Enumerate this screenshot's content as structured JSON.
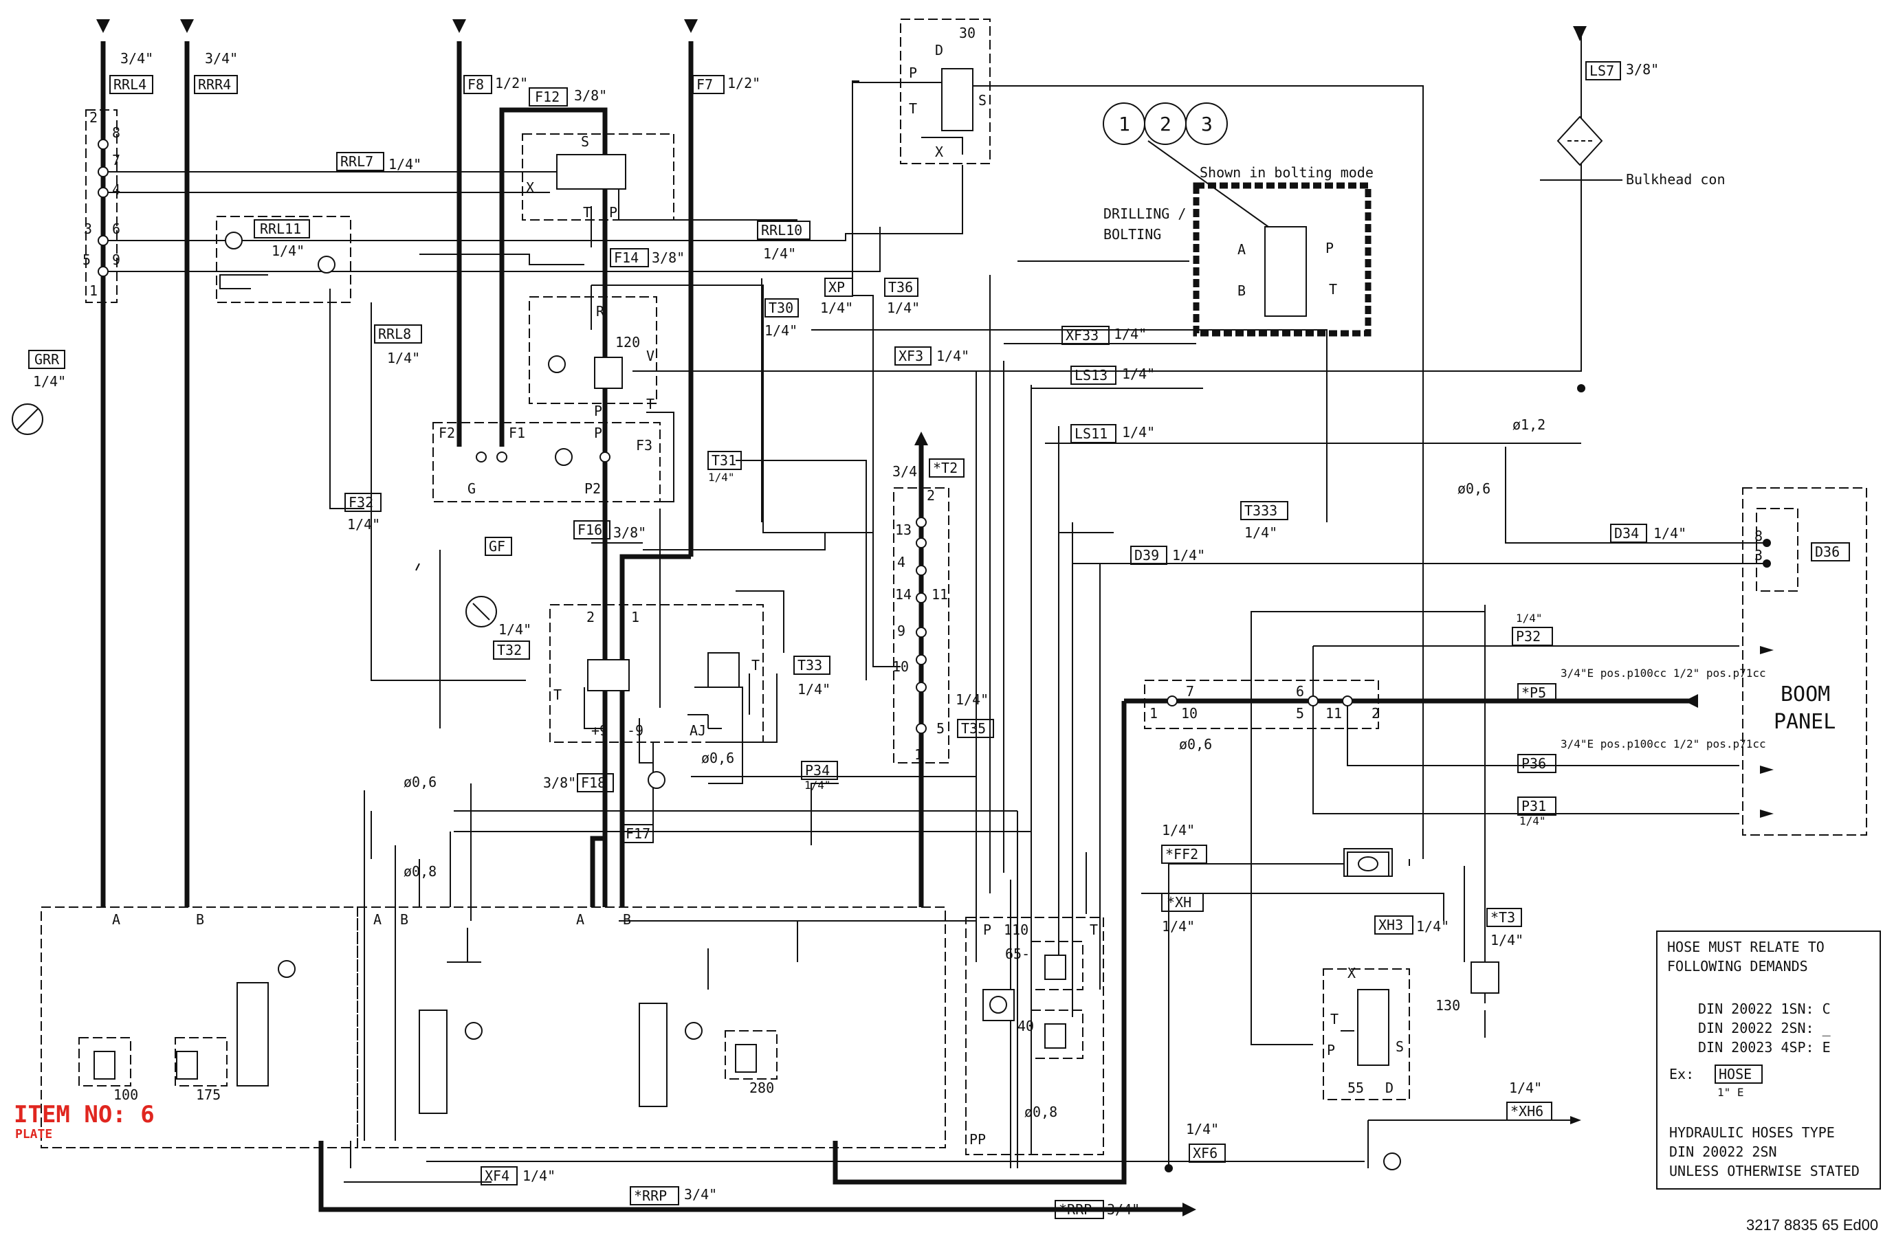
{
  "item_label": "ITEM NO: 6",
  "item_sub": "PLATE",
  "drawing_number": "3217 8835 65 Ed00",
  "mode_note": "Shown in bolting mode",
  "mode_name_1": "DRILLING /",
  "mode_name_2": "BOLTING",
  "bulkhead": "Bulkhead con",
  "boom_panel_1": "BOOM",
  "boom_panel_2": "PANEL",
  "circles": [
    "1",
    "2",
    "3"
  ],
  "hose_box": {
    "l1": "HOSE MUST RELATE TO",
    "l2": "FOLLOWING DEMANDS",
    "l3": "DIN 20022 1SN: C",
    "l4": "DIN 20022 2SN: _",
    "l5": "DIN 20023 4SP: E",
    "ex": "Ex:",
    "hose": "HOSE",
    "hose_sub": "1\" E",
    "l6": "HYDRAULIC HOSES TYPE",
    "l7": "DIN 20022 2SN",
    "l8": "UNLESS OTHERWISE STATED"
  },
  "tags": [
    {
      "id": "RRL4",
      "size": "3/4\""
    },
    {
      "id": "RRR4",
      "size": "3/4\""
    },
    {
      "id": "F8",
      "size": "1/2\""
    },
    {
      "id": "F12",
      "size": "3/8\""
    },
    {
      "id": "F7",
      "size": "1/2\""
    },
    {
      "id": "LS7",
      "size": "3/8\""
    },
    {
      "id": "RRL7",
      "size": "1/4\""
    },
    {
      "id": "RRL11",
      "size": "1/4\""
    },
    {
      "id": "RRL10",
      "size": "1/4\""
    },
    {
      "id": "F14",
      "size": "3/8\""
    },
    {
      "id": "GRR",
      "size": "1/4\""
    },
    {
      "id": "XP",
      "size": "1/4\""
    },
    {
      "id": "T36",
      "size": "1/4\""
    },
    {
      "id": "T30",
      "size": "1/4\""
    },
    {
      "id": "RRL8",
      "size": "1/4\""
    },
    {
      "id": "XF33",
      "size": "1/4\""
    },
    {
      "id": "XF3",
      "size": "1/4\""
    },
    {
      "id": "LS13",
      "size": "1/4\""
    },
    {
      "id": "LS11",
      "size": "1/4\""
    },
    {
      "id": "T31",
      "size": "1/4\""
    },
    {
      "id": "*T2",
      "size": "3/4"
    },
    {
      "id": "F32",
      "size": "1/4\""
    },
    {
      "id": "T333",
      "size": "1/4\""
    },
    {
      "id": "F16",
      "size": "3/8\""
    },
    {
      "id": "GF",
      "size": ""
    },
    {
      "id": "D34",
      "size": "1/4\""
    },
    {
      "id": "D39",
      "size": "1/4\""
    },
    {
      "id": "D36",
      "size": ""
    },
    {
      "id": "T32",
      "size": "1/4\""
    },
    {
      "id": "T33",
      "size": "1/4\""
    },
    {
      "id": "P32",
      "size": "1/4\""
    },
    {
      "id": "*P5",
      "size": "3/4\"E pos.p100cc 1/2\" pos.p71cc"
    },
    {
      "id": "P36",
      "size": "3/4\"E pos.p100cc 1/2\" pos.p71cc"
    },
    {
      "id": "T35",
      "size": "1/4\""
    },
    {
      "id": "F18",
      "size": "3/8\""
    },
    {
      "id": "P34",
      "size": "1/4\""
    },
    {
      "id": "P31",
      "size": "1/4\""
    },
    {
      "id": "F17",
      "size": ""
    },
    {
      "id": "*FF2",
      "size": "1/4\""
    },
    {
      "id": "*XH",
      "size": "1/4\""
    },
    {
      "id": "XH3",
      "size": "1/4\""
    },
    {
      "id": "*T3",
      "size": "1/4\""
    },
    {
      "id": "XF6",
      "size": "1/4\""
    },
    {
      "id": "*XH6",
      "size": "1/4\""
    },
    {
      "id": "XF4",
      "size": "1/4\""
    },
    {
      "id": "*RRP",
      "size": "3/4\""
    }
  ],
  "texts": {
    "v30": "30",
    "v120": "120",
    "v110": "110",
    "v65": "65-",
    "v40": "40",
    "v130": "130",
    "v55": "55",
    "v100": "100",
    "v175": "175",
    "v280": "280",
    "o12": "ø1,2",
    "o06a": "ø0,6",
    "o06b": "ø0,6",
    "o06c": "ø0,6",
    "o08a": "ø0,8",
    "o08b": "ø0,8",
    "pA": "A",
    "pB": "B",
    "pP": "P",
    "pT": "T",
    "pS": "S",
    "pX": "X",
    "pD": "D",
    "pR": "R",
    "pV": "V",
    "pF1": "F1",
    "pF2": "F2",
    "pF3": "F3",
    "pP2": "P2",
    "pG": "G",
    "pAJ": "AJ",
    "pPP": "PP",
    "p9p": "+9",
    "p9m": "-9",
    "p1": "1",
    "p2": "2",
    "t7": "7",
    "t6": "6",
    "t10": "10",
    "t11": "11",
    "t5": "5",
    "t2": "2",
    "t1": "1",
    "bn2": "2",
    "bn13": "13",
    "bn4": "4",
    "bn14": "14",
    "bn11": "11",
    "bn9": "9",
    "bn10": "10",
    "bn5": "5",
    "bn1": "1",
    "lt2": "2",
    "lt8": "8",
    "lt7": "7",
    "lt4": "4",
    "lt3": "3",
    "lt6": "6",
    "lt5": "5",
    "lt9": "9",
    "lt1": "1",
    "d8": "8",
    "d3": "3"
  }
}
